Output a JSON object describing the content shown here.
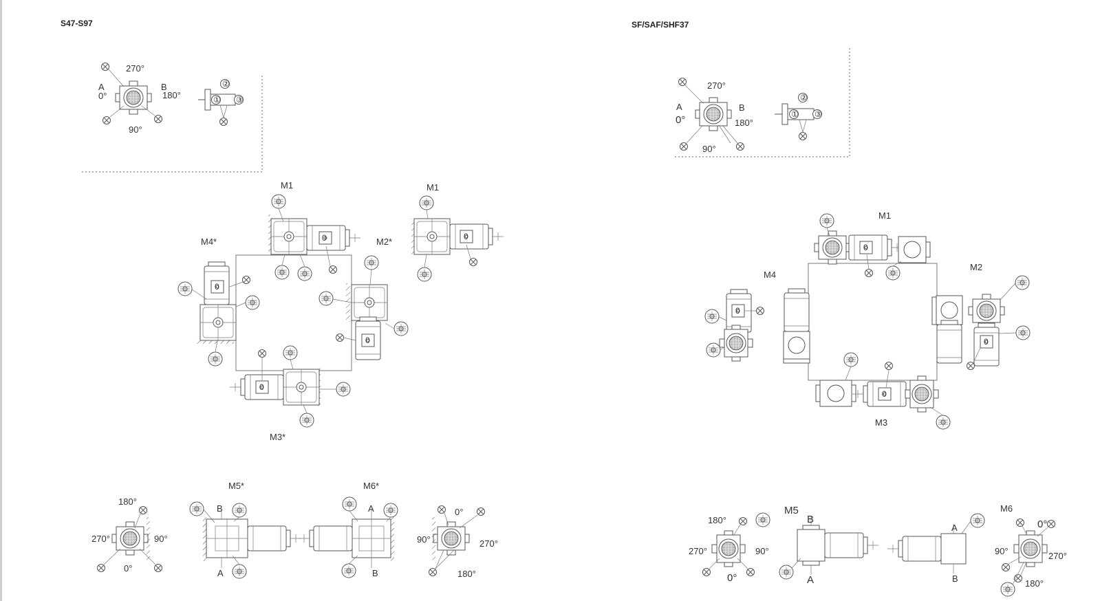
{
  "left_page": {
    "heading": "S47-S97",
    "terminal_legend": {
      "angle_270": "270°",
      "angle_0": "0°",
      "angle_180": "180°",
      "angle_90": "90°",
      "side_a": "A",
      "side_b": "B"
    },
    "connector_positions": {
      "p1": "①",
      "p2": "②",
      "p3": "③"
    },
    "positions": {
      "m1_main": "M1",
      "m1_side": "M1",
      "m2": "M2*",
      "m3": "M3*",
      "m4": "M4*",
      "m5": "M5*",
      "m6": "M6*"
    },
    "m5_view": {
      "angle_180": "180°",
      "angle_270": "270°",
      "angle_90": "90°",
      "angle_0": "0°",
      "side_a": "A",
      "side_b": "B"
    },
    "m6_view": {
      "angle_0": "0°",
      "angle_90": "90°",
      "angle_270": "270°",
      "angle_180": "180°",
      "side_a": "A",
      "side_b": "B"
    }
  },
  "right_page": {
    "heading": "SF/SAF/SHF37",
    "terminal_legend": {
      "angle_270": "270°",
      "angle_0": "0°",
      "angle_180": "180°",
      "angle_90": "90°",
      "side_a": "A",
      "side_b": "B"
    },
    "connector_positions": {
      "p1": "①",
      "p2": "②",
      "p3": "③"
    },
    "positions": {
      "m1": "M1",
      "m2": "M2",
      "m3": "M3",
      "m4": "M4",
      "m5": "M5",
      "m6": "M6"
    },
    "m5_view": {
      "angle_180": "180°",
      "angle_270": "270°",
      "angle_90": "90°",
      "angle_0": "0°",
      "side_a": "A",
      "side_b": "B"
    },
    "m6_view": {
      "angle_0": "0°",
      "angle_90": "90°",
      "angle_270": "270°",
      "angle_180": "180°",
      "side_a": "A",
      "side_b": "B"
    }
  },
  "motor_box_marker": "0"
}
